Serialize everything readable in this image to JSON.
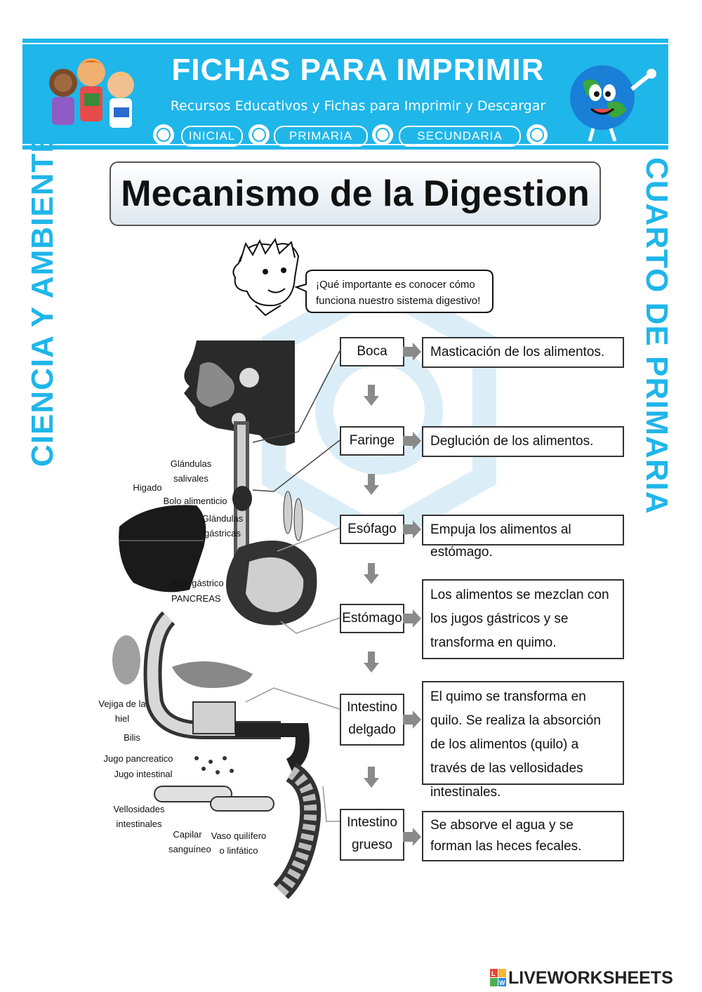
{
  "banner": {
    "title": "FICHAS PARA IMPRIMIR",
    "subtitle": "Recursos Educativos y Fichas para Imprimir y Descargar",
    "nav": [
      "INICIAL",
      "PRIMARIA",
      "SECUNDARIA"
    ]
  },
  "side_left": "CIENCIA Y AMBIENTE",
  "side_right": "CUARTO DE PRIMARIA",
  "title": "Mecanismo de la Digestion",
  "speech": "¡Qué importante es conocer cómo funciona nuestro sistema digestivo!",
  "anatomy_labels": {
    "glandulas_salivales": "Glándulas salivales",
    "higado": "Higado",
    "bolo": "Bolo alimenticio",
    "glandulas_gastricas": "Glándulas gástricas",
    "jugo_gastrico": "Jugo gástrico",
    "pancreas": "PANCREAS",
    "vejiga": "Vejiga de la hiel",
    "bilis": "Bilis",
    "jugo_pancreatico": "Jugo pancreatico",
    "jugo_intestinal": "Jugo intestinal",
    "vellosidades": "Vellosidades intestinales",
    "capilar": "Capilar sanguíneo",
    "vaso": "Vaso quilífero o linfático"
  },
  "steps": [
    {
      "organ": "Boca",
      "description": "Masticación de los alimentos."
    },
    {
      "organ": "Faringe",
      "description": "Deglución de los alimentos."
    },
    {
      "organ": "Esófago",
      "description": "Empuja los alimentos al estómago."
    },
    {
      "organ": "Estómago",
      "description": "Los alimentos se mezclan con los jugos gástricos y se transforma en quimo."
    },
    {
      "organ": "Intestino delgado",
      "description": "El quimo se transforma en quilo. Se realiza la absorción de los alimentos (quilo) a través de las vellosidades intestinales."
    },
    {
      "organ": "Intestino grueso",
      "description": "Se absorve el agua y se forman las heces fecales."
    }
  ],
  "footer": {
    "brand": "LIVEWORKSHEETS",
    "logo_letters": [
      "L",
      "W"
    ]
  },
  "colors": {
    "accent": "#1fb6ea",
    "arrow": "#8a8a8a"
  }
}
